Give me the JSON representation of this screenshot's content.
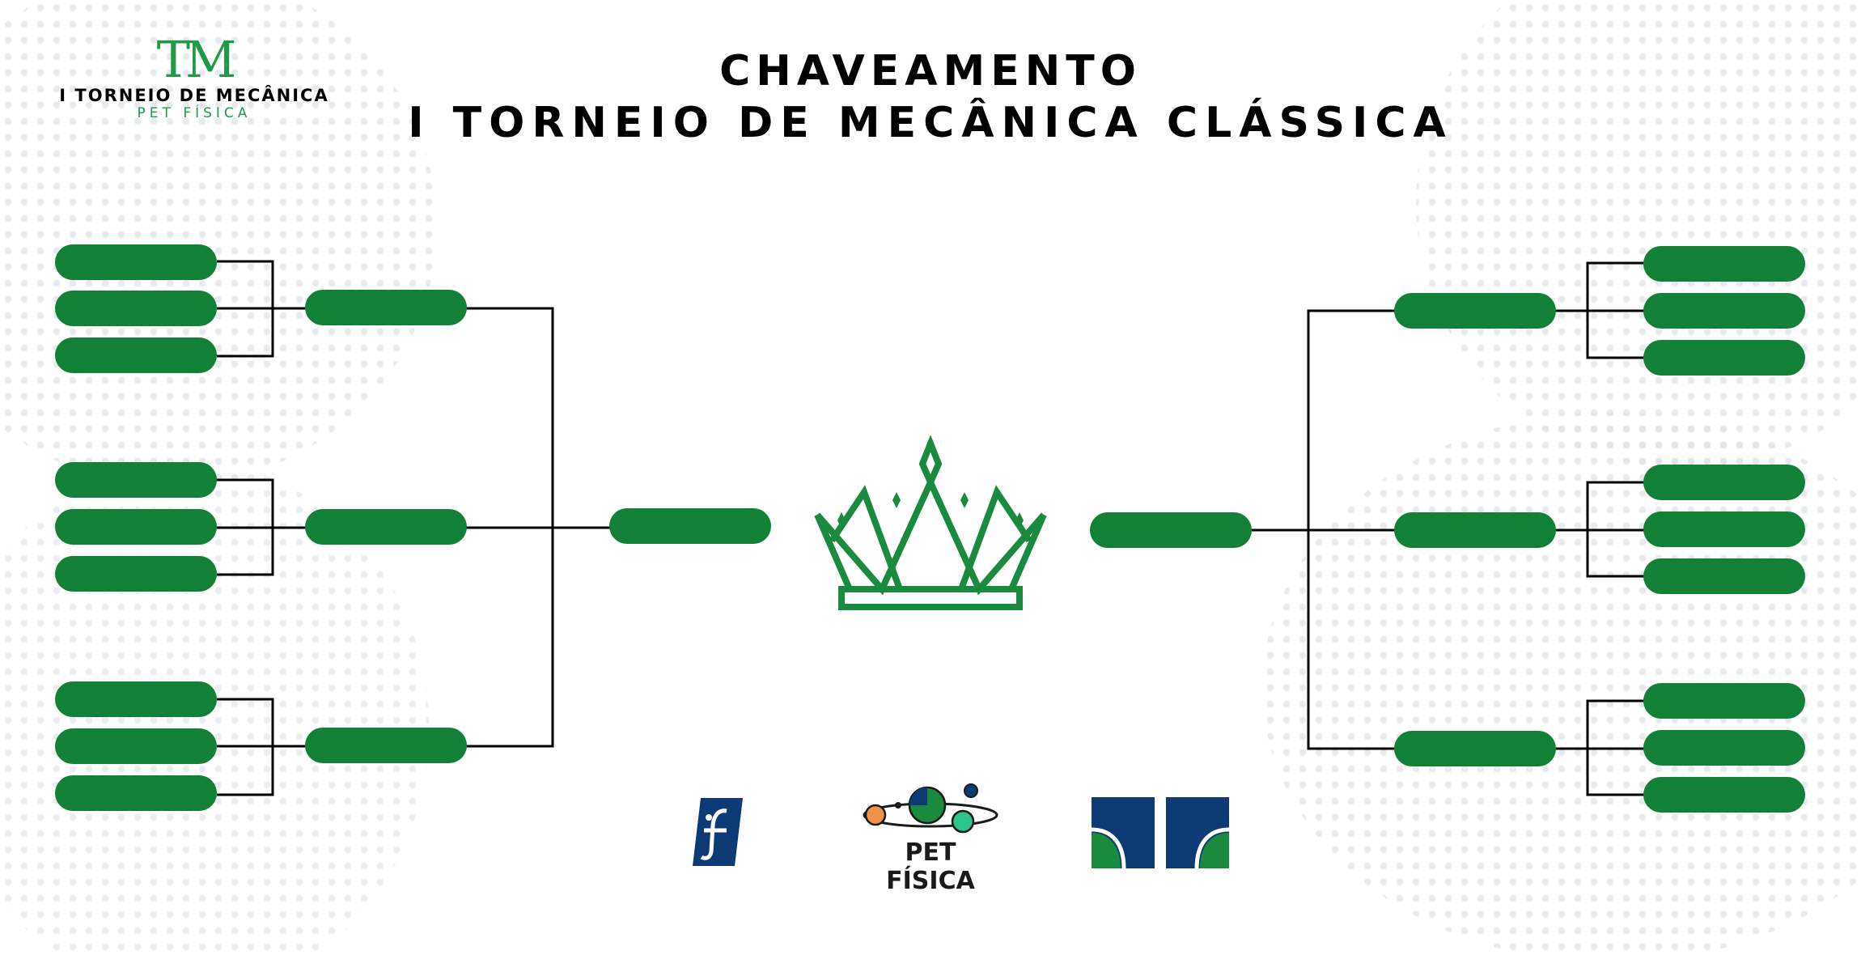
{
  "header": {
    "title_line1": "CHAVEAMENTO",
    "title_line2": "I TORNEIO DE MECÂNICA CLÁSSICA"
  },
  "tournament_logo": {
    "monogram": "TM",
    "line1": "I TORNEIO DE MECÂNICA",
    "line2": "PET FÍSICA"
  },
  "footer_logos": {
    "if_logo": "if-logo-icon",
    "pet_label": "PET FÍSICA",
    "unb_logo": "unb-logo-icon"
  },
  "colors": {
    "slot_green": "#128036",
    "crown_green": "#1a8a3e",
    "connector": "#000000",
    "dots": "#dfe3ea"
  },
  "bracket": {
    "left": {
      "groups": 3,
      "teams_per_group": 3
    },
    "right": {
      "groups": 3,
      "teams_per_group": 3
    },
    "center_icon": "crown-icon"
  }
}
